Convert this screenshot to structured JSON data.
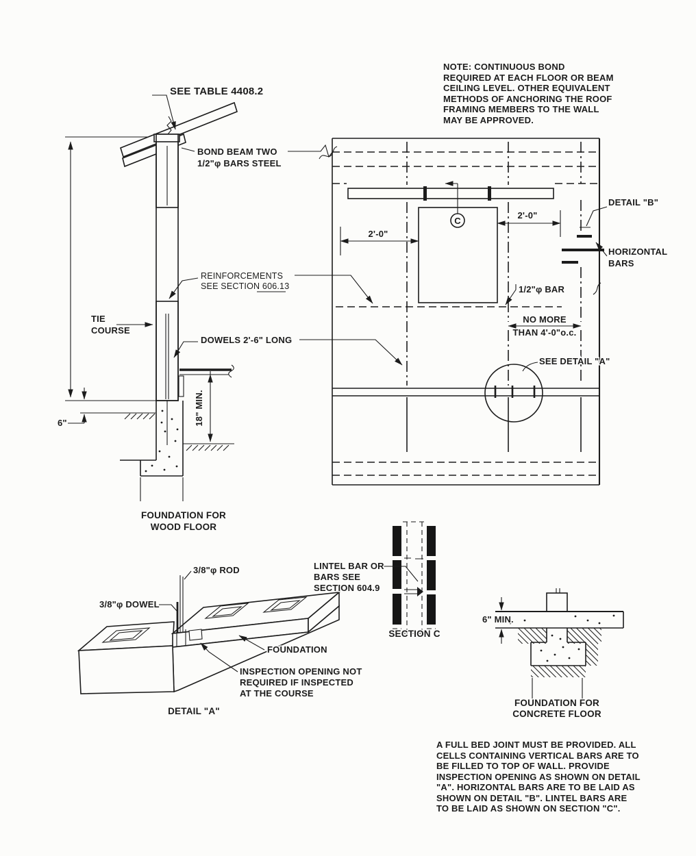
{
  "colors": {
    "ink": "#1c1c1c",
    "paper": "#fcfcfa"
  },
  "top_note": {
    "lines": [
      "NOTE: CONTINUOUS BOND",
      "REQUIRED AT EACH FLOOR OR BEAM",
      "CEILING LEVEL. OTHER EQUIVALENT",
      "METHODS OF ANCHORING THE ROOF",
      "FRAMING MEMBERS TO THE WALL",
      "MAY BE APPROVED."
    ]
  },
  "wall_section": {
    "see_table": "SEE TABLE 4408.2",
    "bond_beam_l1": "BOND BEAM TWO",
    "bond_beam_l2": "1/2\"φ BARS STEEL",
    "reinforcements_l1": "REINFORCEMENTS",
    "reinforcements_l2": "SEE SECTION 606.13",
    "tie_l1": "TIE",
    "tie_l2": "COURSE",
    "dowels": "DOWELS 2'-6\" LONG",
    "dim_grade": "6\"",
    "dim_clearance": "18\" MIN.",
    "caption_l1": "FOUNDATION FOR",
    "caption_l2": "WOOD FLOOR"
  },
  "elevation": {
    "detail_b": "DETAIL \"B\"",
    "horizontal_bars_l1": "HORIZONTAL",
    "horizontal_bars_l2": "BARS",
    "dim_left": "2'-0\"",
    "dim_right": "2'-0\"",
    "section_marker": "C",
    "half_bar": "1/2\"φ BAR",
    "spacing_l1": "NO MORE",
    "spacing_l2": "THAN 4'-0\"o.c.",
    "see_detail_a": "SEE DETAIL \"A\""
  },
  "detail_a": {
    "rod": "3/8\"φ ROD",
    "dowel": "3/8\"φ DOWEL",
    "foundation": "FOUNDATION",
    "inspection_l1": "INSPECTION OPENING NOT",
    "inspection_l2": "REQUIRED IF INSPECTED",
    "inspection_l3": "AT THE COURSE",
    "caption": "DETAIL \"A\""
  },
  "section_c": {
    "label_l1": "LINTEL BAR OR",
    "label_l2": "BARS SEE",
    "label_l3": "SECTION 604.9",
    "caption": "SECTION C"
  },
  "concrete_detail": {
    "dim": "6\" MIN.",
    "caption_l1": "FOUNDATION FOR",
    "caption_l2": "CONCRETE FLOOR"
  },
  "bottom_note": {
    "lines": [
      "A FULL BED JOINT MUST BE PROVIDED. ALL",
      "CELLS CONTAINING VERTICAL BARS ARE TO",
      "BE FILLED TO TOP OF WALL. PROVIDE",
      "INSPECTION OPENING AS SHOWN ON DETAIL",
      "\"A\". HORIZONTAL BARS ARE TO BE LAID AS",
      "SHOWN ON DETAIL \"B\". LINTEL BARS ARE",
      "TO BE LAID AS SHOWN ON SECTION \"C\"."
    ]
  }
}
